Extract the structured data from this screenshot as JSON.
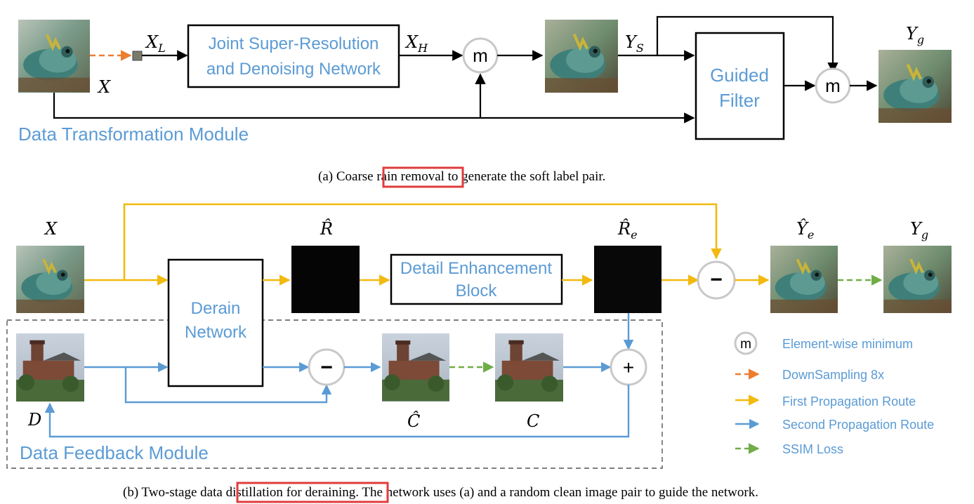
{
  "top": {
    "labels": {
      "x": "X",
      "xl": "X",
      "xl_sub": "L",
      "xh": "X",
      "xh_sub": "H",
      "ys": "Y",
      "ys_sub": "S",
      "yg": "Y",
      "yg_sub": "g"
    },
    "jsr_line1": "Joint Super-Resolution",
    "jsr_line2": "and Denoising Network",
    "guided_line1": "Guided",
    "guided_line2": "Filter",
    "min_symbol": "m",
    "module_label": "Data Transformation Module",
    "caption_prefix": "(a)  Coarse ",
    "caption_highlight": "rain removal",
    "caption_suffix": " to generate the soft label pair."
  },
  "bottom": {
    "labels": {
      "x": "X",
      "r_hat": "R̂",
      "re_hat": "R̂",
      "re_sub": "e",
      "ye_hat": "Ŷ",
      "ye_sub": "e",
      "yg": "Y",
      "yg_sub": "g",
      "d": "D",
      "c_hat": "Ĉ",
      "c": "C"
    },
    "derain_line1": "Derain",
    "derain_line2": "Network",
    "deb_line1": "Detail Enhancement",
    "deb_line2": "Block",
    "minus_symbol": "−",
    "plus_symbol": "+",
    "module_label": "Data Feedback Module",
    "caption_prefix": "(b)  Two-stage data",
    "caption_highlight": " distillation for deraining",
    "caption_suffix": ". The network uses (a) and a random clean image pair to guide the network."
  },
  "legend": {
    "min_symbol": "m",
    "items": [
      "Element-wise minimum",
      "DownSampling 8x",
      "First Propagation Route",
      "Second Propagation Route",
      "SSIM Loss"
    ]
  },
  "colors": {
    "blue_text": "#5b9bd5",
    "first_route": "#f2b90f",
    "second_route": "#5b9bd5",
    "ssim": "#70ad47",
    "downsample": "#ed7d31",
    "highlight": "#e03c3c"
  }
}
